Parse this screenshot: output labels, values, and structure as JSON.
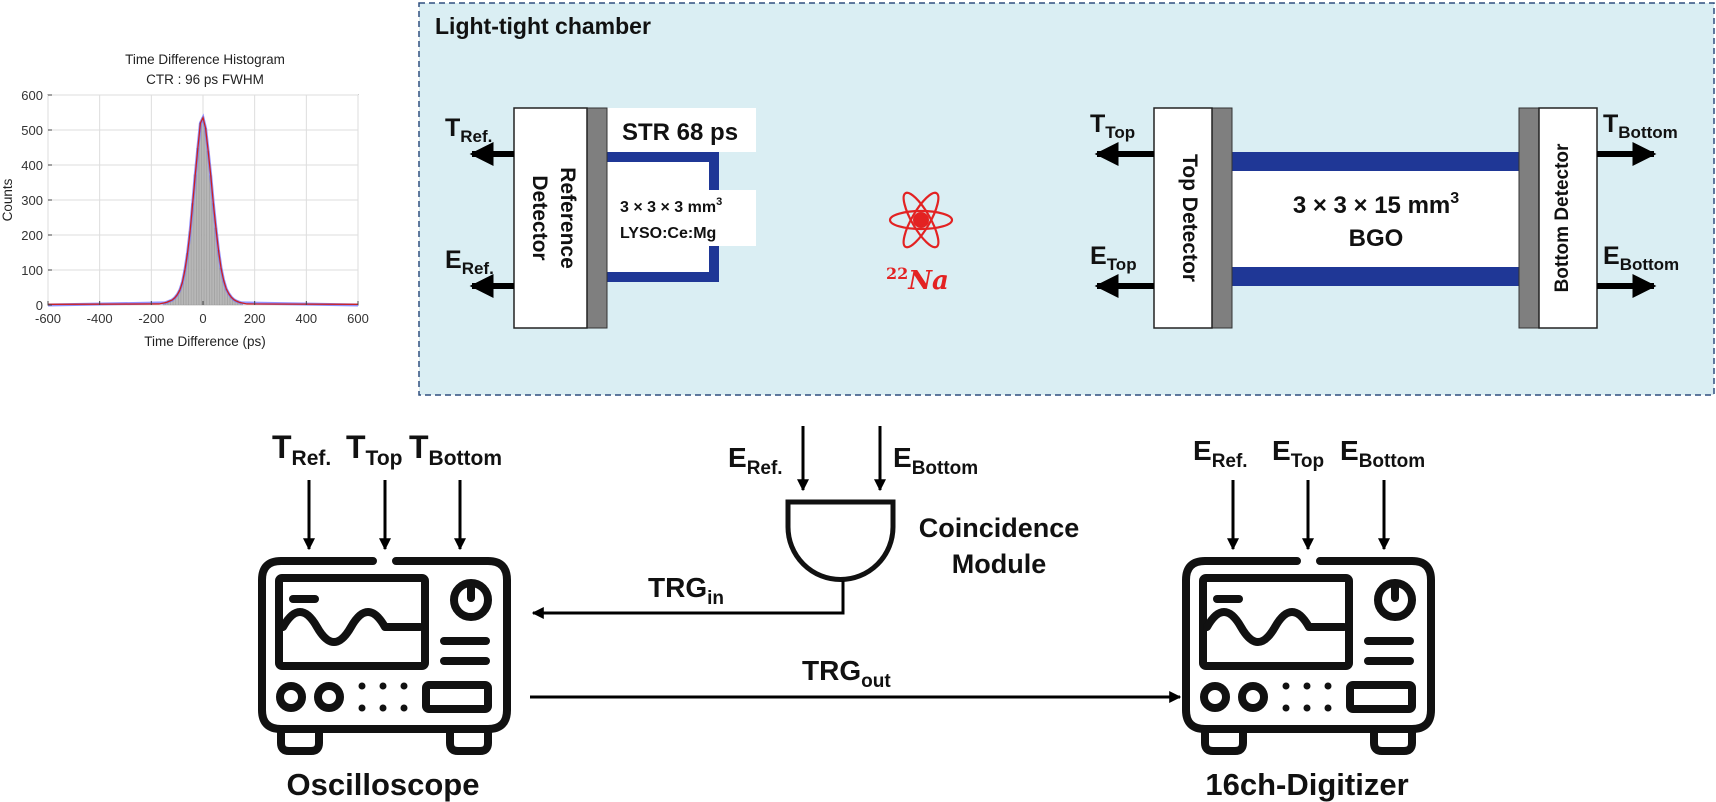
{
  "chamber": {
    "title": "Light-tight chamber",
    "source_sup": "22",
    "source_main": "Na"
  },
  "reference_side": {
    "detector_label_line1": "Reference",
    "detector_label_line2": "Detector",
    "t_main": "T",
    "t_sub": "Ref.",
    "e_main": "E",
    "e_sub": "Ref.",
    "str_label": "STR 68 ps",
    "crystal_dims": "3 × 3 × 3 mm",
    "crystal_dims_sup": "3",
    "crystal_material": "LYSO:Ce:Mg"
  },
  "bgo_side": {
    "top_detector_label": "Top Detector",
    "bottom_detector_label": "Bottom Detector",
    "t_top_main": "T",
    "t_top_sub": "Top",
    "e_top_main": "E",
    "e_top_sub": "Top",
    "t_bottom_main": "T",
    "t_bottom_sub": "Bottom",
    "e_bottom_main": "E",
    "e_bottom_sub": "Bottom",
    "crystal_dims": "3 × 3 × 15 mm",
    "crystal_dims_sup": "3",
    "crystal_material": "BGO"
  },
  "oscilloscope": {
    "label": "Oscilloscope",
    "inputs": [
      {
        "main": "T",
        "sub": "Ref."
      },
      {
        "main": "T",
        "sub": "Top"
      },
      {
        "main": "T",
        "sub": "Bottom"
      }
    ]
  },
  "coincidence": {
    "label_line1": "Coincidence",
    "label_line2": "Module",
    "inputs": [
      {
        "main": "E",
        "sub": "Ref."
      },
      {
        "main": "E",
        "sub": "Bottom"
      }
    ],
    "trg_in_main": "TRG",
    "trg_in_sub": "in"
  },
  "digitizer": {
    "label": "16ch-Digitizer",
    "inputs": [
      {
        "main": "E",
        "sub": "Ref."
      },
      {
        "main": "E",
        "sub": "Top"
      },
      {
        "main": "E",
        "sub": "Bottom"
      }
    ]
  },
  "trigger_out": {
    "main": "TRG",
    "sub": "out"
  },
  "colors": {
    "chamber_fill": "#daeef3",
    "chamber_border": "#2f4f7f",
    "crystal_wrap": "#1f3796",
    "coupling": "#7f7f7f",
    "source_red": "#e32222",
    "histogram_bars": "#b7b7b7",
    "fit_blue": "#6f6fff",
    "curve_red": "#cc2222"
  },
  "chart_data": {
    "type": "bar",
    "title": "Time Difference Histogram",
    "subtitle": "CTR : 96 ps FWHM",
    "xlabel": "Time Difference (ps)",
    "ylabel": "Counts",
    "xlim": [
      -600,
      600
    ],
    "ylim": [
      0,
      600
    ],
    "xticks": [
      -600,
      -400,
      -200,
      0,
      200,
      400,
      600
    ],
    "yticks": [
      0,
      100,
      200,
      300,
      400,
      500,
      600
    ],
    "grid": true,
    "series": [
      {
        "x": [
          -150,
          -140,
          -130,
          -120,
          -110,
          -100,
          -90,
          -80,
          -70,
          -60,
          -50,
          -40,
          -30,
          -20,
          -10,
          0,
          10,
          20,
          30,
          40,
          50,
          60,
          70,
          80,
          90,
          100,
          110,
          120,
          130,
          140,
          150
        ],
        "values": [
          6,
          8,
          11,
          14,
          20,
          29,
          42,
          64,
          100,
          148,
          210,
          290,
          372,
          448,
          520,
          535,
          505,
          440,
          370,
          290,
          220,
          156,
          105,
          70,
          46,
          32,
          22,
          15,
          11,
          8,
          6
        ]
      }
    ]
  }
}
